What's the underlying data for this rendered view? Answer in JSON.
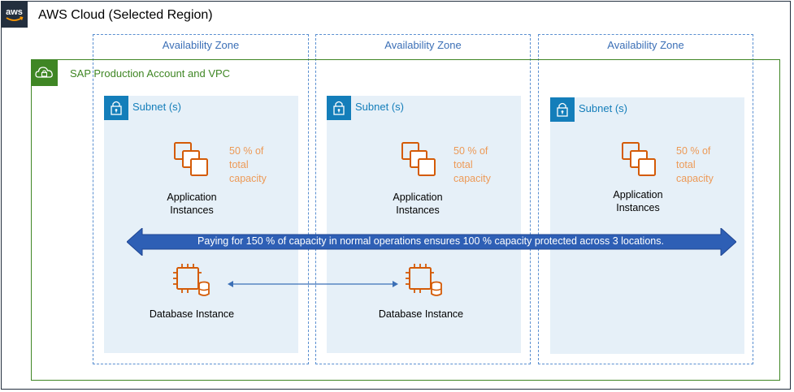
{
  "cloud": {
    "title": "AWS Cloud (Selected Region)",
    "logo_text": "aws"
  },
  "vpc": {
    "title": "SAP Production Account and VPC"
  },
  "zones": [
    {
      "label": "Availability Zone",
      "subnet_label": "Subnet (s)",
      "app_capacity": "50 % of\ntotal\ncapacity",
      "app_label": "Application\nInstances",
      "db_label": "Database Instance"
    },
    {
      "label": "Availability Zone",
      "subnet_label": "Subnet (s)",
      "app_capacity": "50 % of\ntotal\ncapacity",
      "app_label": "Application\nInstances",
      "db_label": "Database Instance"
    },
    {
      "label": "Availability Zone",
      "subnet_label": "Subnet (s)",
      "app_capacity": "50 % of\ntotal\ncapacity",
      "app_label": "Application\nInstances"
    }
  ],
  "banner": {
    "text": "Paying for 150 % of capacity in normal operations ensures 100 % capacity protected across 3 locations."
  },
  "colors": {
    "aws_dark": "#232f3e",
    "vpc_green": "#3f8624",
    "az_blue": "#5a8fd0",
    "subnet_fill": "#e6f0f8",
    "subnet_blue": "#147eba",
    "compute_orange": "#d45b07",
    "capacity_orange": "#ed9a57",
    "arrow_blue": "#2e5fb5"
  },
  "icons": {
    "logo": "aws-logo-icon",
    "vpc": "vpc-cloud-lock-icon",
    "subnet": "padlock-icon",
    "app": "ec2-instances-icon",
    "db": "ec2-db-instance-icon"
  }
}
